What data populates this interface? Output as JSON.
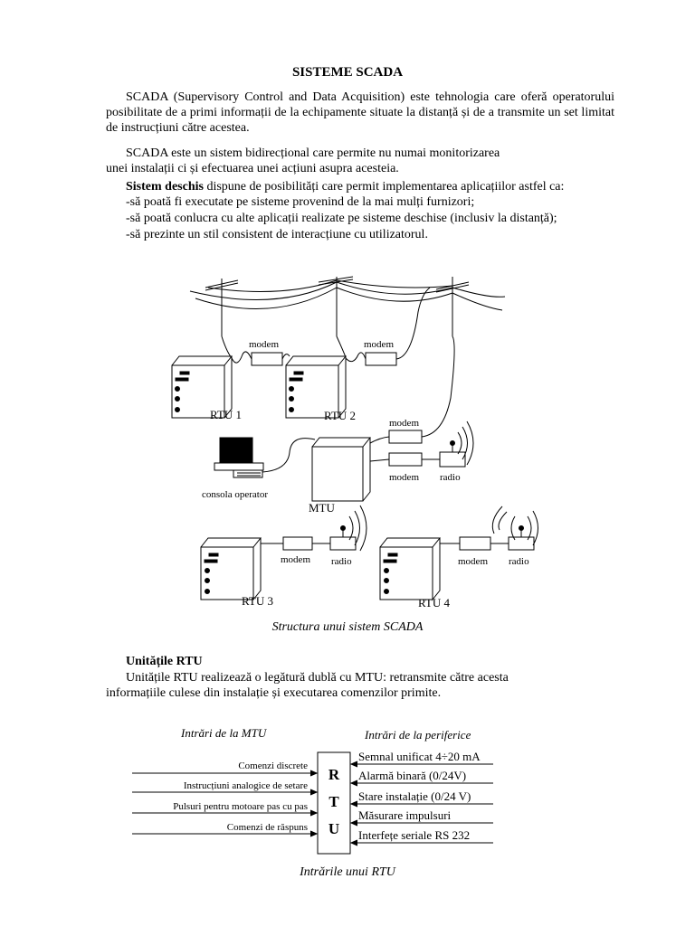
{
  "title": "SISTEME SCADA",
  "intro": {
    "p1": "SCADA (Supervisory Control and Data Acquisition) este tehnologia care oferă operatorului posibilitate de a primi informații de la echipamente situate la distanță și de a transmite un set limitat de instrucțiuni către acestea.",
    "p2": "SCADA este un sistem bidirecțional care permite nu numai monitorizarea unei instalații ci și efectuarea unei acțiuni asupra acesteia.",
    "open_system_term": "Sistem deschis",
    "open_system_text": " dispune de posibilități care permit implementarea aplicațiilor astfel ca:",
    "bullets": [
      "-să poată fi executate pe sisteme provenind de la mai mulți furnizori;",
      "-să poată conlucra cu alte aplicații realizate pe sisteme deschise (inclusiv la distanță);",
      "-să prezinte un stil consistent de interacțiune cu utilizatorul."
    ]
  },
  "figure1": {
    "labels": {
      "modem": "modem",
      "radio": "radio",
      "rtu1": "RTU 1",
      "rtu2": "RTU 2",
      "rtu3": "RTU 3",
      "rtu4": "RTU 4",
      "mtu": "MTU",
      "console": "consola operator"
    },
    "caption": "Structura unui sistem SCADA"
  },
  "rtu_section": {
    "heading": "Unitățile RTU",
    "text": "Unitățile RTU realizează o legătură dublă cu MTU: retransmite către acesta informațiile culese din instalație și executarea comenzilor primite."
  },
  "figure2": {
    "left_title": "Intrări de la MTU",
    "right_title": "Intrări de la periferice",
    "box_letters": [
      "R",
      "T",
      "U"
    ],
    "left_inputs": [
      "Comenzi discrete",
      "Instrucțiuni analogice de setare",
      "Pulsuri  pentru motoare pas cu pas",
      "Comenzi de răspuns"
    ],
    "right_inputs": [
      "Semnal unificat 4÷20 mA",
      "Alarmă binară (0/24V)",
      "Stare instalație (0/24 V)",
      "Măsurare impulsuri",
      "Interfețe seriale RS 232"
    ],
    "caption": "Intrările unui RTU"
  }
}
